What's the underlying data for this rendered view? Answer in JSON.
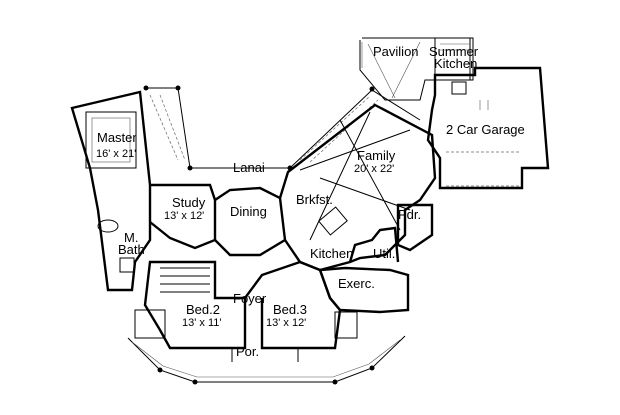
{
  "rooms": {
    "pavilion": {
      "name": "Pavilion"
    },
    "summer_kitchen": {
      "name_line1": "Summer",
      "name_line2": "Kitchen"
    },
    "garage": {
      "name": "2 Car Garage"
    },
    "master": {
      "name": "Master",
      "dims": "16' x 21'"
    },
    "lanai": {
      "name": "Lanai"
    },
    "family": {
      "name": "Family",
      "dims": "20' x 22'"
    },
    "study": {
      "name": "Study",
      "dims": "13' x 12'"
    },
    "dining": {
      "name": "Dining"
    },
    "brkfst": {
      "name": "Brkfst."
    },
    "pdr": {
      "name": "Pdr."
    },
    "m_bath": {
      "name_line1": "M.",
      "name_line2": "Bath"
    },
    "kitchen": {
      "name": "Kitchen"
    },
    "util": {
      "name": "Util."
    },
    "exerc": {
      "name": "Exerc."
    },
    "foyer": {
      "name": "Foyer"
    },
    "bed2": {
      "name": "Bed.2",
      "dims": "13' x 11'"
    },
    "bed3": {
      "name": "Bed.3",
      "dims": "13' x 12'"
    },
    "porch": {
      "name": "Por."
    }
  }
}
